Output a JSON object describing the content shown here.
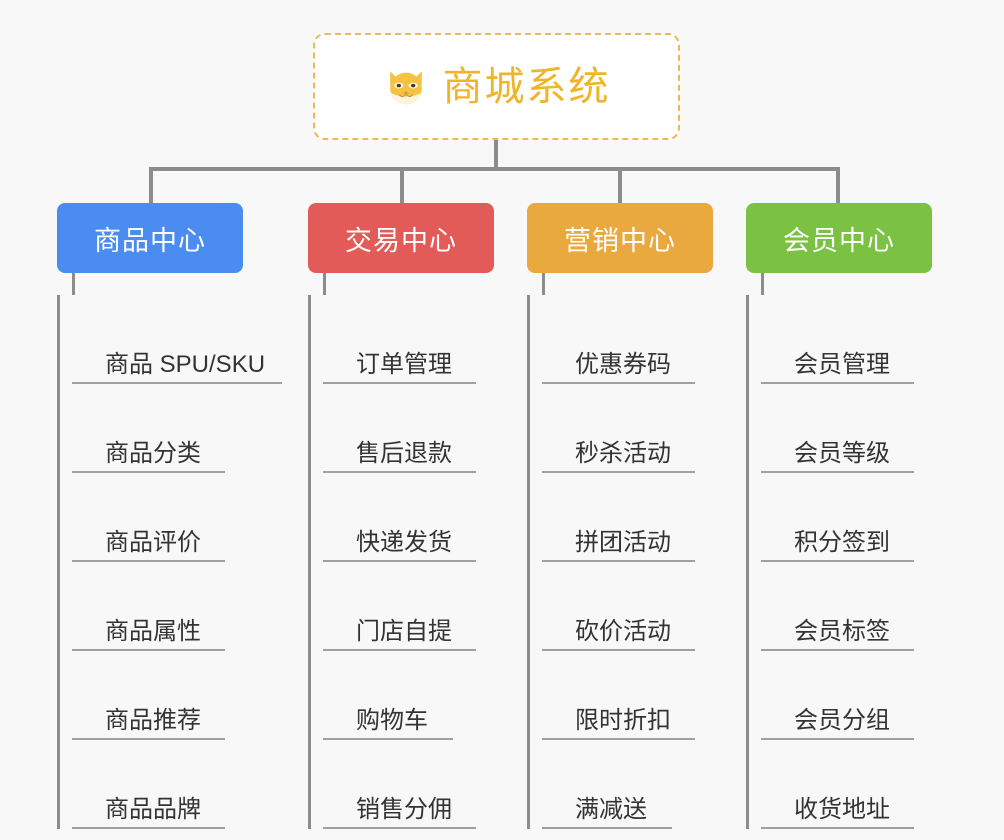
{
  "diagram": {
    "background_color": "#f8f8f8",
    "root": {
      "title": "商城系统",
      "icon": "shiba-dog-face-icon",
      "border_color": "#eeb75a",
      "text_color": "#f0b429"
    },
    "categories": [
      {
        "label": "商品中心",
        "color": "#4a8cf0",
        "items": [
          {
            "label": "商品 SPU/SKU",
            "rule_width": 210
          },
          {
            "label": "商品分类",
            "rule_width": 153
          },
          {
            "label": "商品评价",
            "rule_width": 153
          },
          {
            "label": "商品属性",
            "rule_width": 153
          },
          {
            "label": "商品推荐",
            "rule_width": 153
          },
          {
            "label": "商品品牌",
            "rule_width": 153
          }
        ]
      },
      {
        "label": "交易中心",
        "color": "#e35b58",
        "items": [
          {
            "label": "订单管理",
            "rule_width": 153
          },
          {
            "label": "售后退款",
            "rule_width": 153
          },
          {
            "label": "快递发货",
            "rule_width": 153
          },
          {
            "label": "门店自提",
            "rule_width": 153
          },
          {
            "label": "购物车",
            "rule_width": 130
          },
          {
            "label": "销售分佣",
            "rule_width": 153
          }
        ]
      },
      {
        "label": "营销中心",
        "color": "#eaa93f",
        "items": [
          {
            "label": "优惠券码",
            "rule_width": 153
          },
          {
            "label": "秒杀活动",
            "rule_width": 153
          },
          {
            "label": "拼团活动",
            "rule_width": 153
          },
          {
            "label": "砍价活动",
            "rule_width": 153
          },
          {
            "label": "限时折扣",
            "rule_width": 153
          },
          {
            "label": "满减送",
            "rule_width": 130
          }
        ]
      },
      {
        "label": "会员中心",
        "color": "#7bc143",
        "items": [
          {
            "label": "会员管理",
            "rule_width": 153
          },
          {
            "label": "会员等级",
            "rule_width": 153
          },
          {
            "label": "积分签到",
            "rule_width": 153
          },
          {
            "label": "会员标签",
            "rule_width": 153
          },
          {
            "label": "会员分组",
            "rule_width": 153
          },
          {
            "label": "收货地址",
            "rule_width": 153
          }
        ]
      }
    ]
  }
}
